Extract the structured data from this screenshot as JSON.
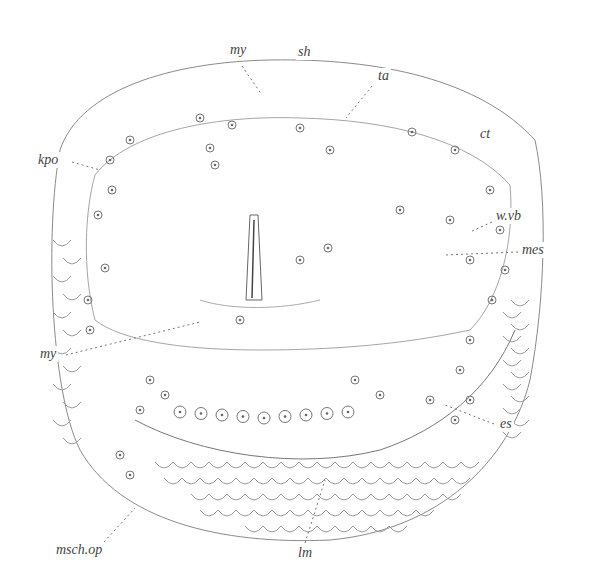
{
  "diagram": {
    "labels": [
      "my",
      "sh",
      "ta",
      "ct",
      "kpo",
      "w.vb",
      "mes",
      "my",
      "es",
      "msch.op",
      "lm"
    ]
  }
}
